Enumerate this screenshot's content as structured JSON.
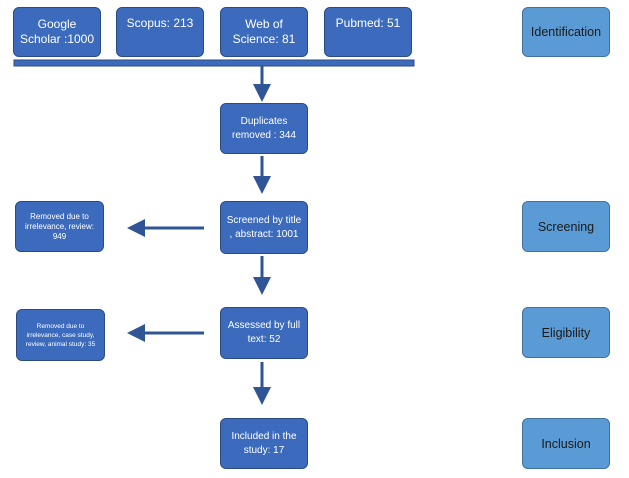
{
  "sources": [
    {
      "text": "Google Scholar :1000"
    },
    {
      "text": "Scopus: 213"
    },
    {
      "text": "Web of Science: 81"
    },
    {
      "text": "Pubmed: 51"
    }
  ],
  "flow": {
    "duplicates": {
      "text": "Duplicates removed :",
      "value": "344"
    },
    "screened": {
      "text": "Screened by title , abstract:",
      "value": "1001"
    },
    "assessed": {
      "text": "Assessed by full text:",
      "value": "52"
    },
    "included": {
      "text": "Included in the study:",
      "value": "17"
    }
  },
  "excluded": {
    "screening": {
      "text": "Removed due to irrelevance, review:",
      "value": "949"
    },
    "eligibility": {
      "text": "Removed due to irrelevance, case study, review, animal study:",
      "value": "35"
    }
  },
  "stages": [
    "Identification",
    "Screening",
    "Eligibility",
    "Inclusion"
  ]
}
